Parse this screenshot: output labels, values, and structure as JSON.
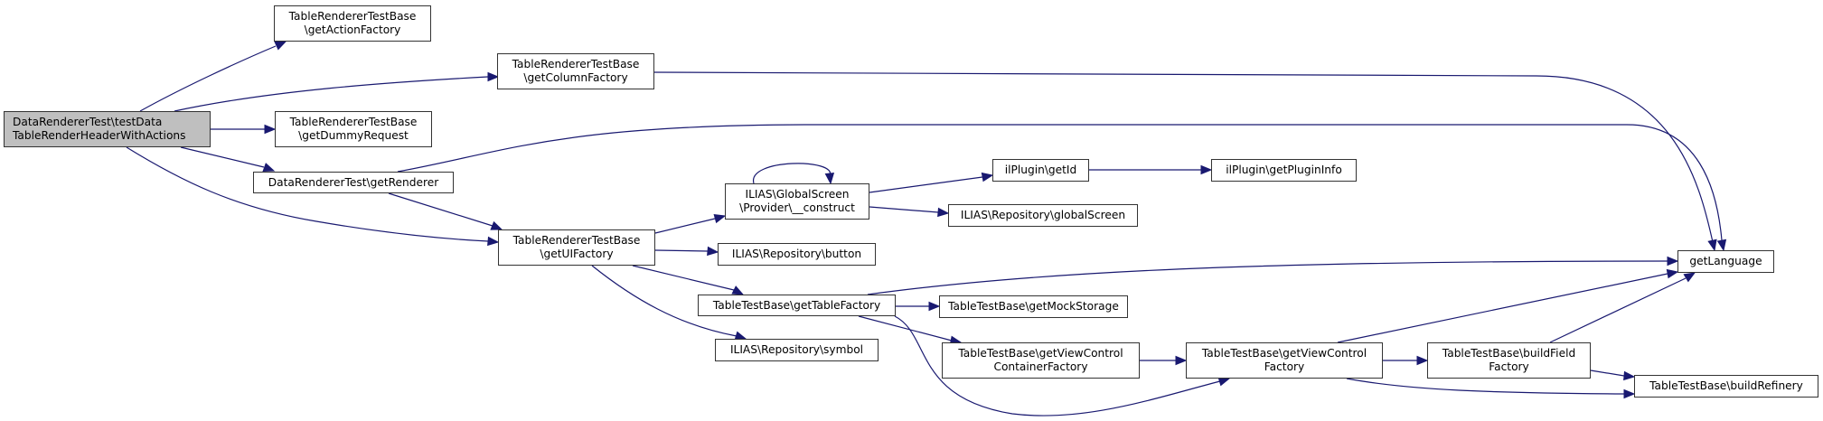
{
  "graph": {
    "title": "Call graph",
    "colors": {
      "edge": "#191970",
      "root_fill": "#bfbfbf",
      "node_fill": "#ffffff",
      "node_border": "#333333"
    },
    "nodes": [
      {
        "id": "root",
        "lines": [
          "DataRendererTest\\testData",
          "TableRenderHeaderWithActions"
        ],
        "root": true
      },
      {
        "id": "getActionFactory",
        "lines": [
          "TableRendererTestBase",
          "\\getActionFactory"
        ]
      },
      {
        "id": "getColumnFactory",
        "lines": [
          "TableRendererTestBase",
          "\\getColumnFactory"
        ]
      },
      {
        "id": "getDummyRequest",
        "lines": [
          "TableRendererTestBase",
          "\\getDummyRequest"
        ]
      },
      {
        "id": "getRenderer",
        "lines": [
          "DataRendererTest\\getRenderer"
        ]
      },
      {
        "id": "getUIFactory",
        "lines": [
          "TableRendererTestBase",
          "\\getUIFactory"
        ]
      },
      {
        "id": "construct",
        "lines": [
          "ILIAS\\GlobalScreen",
          "\\Provider\\__construct"
        ]
      },
      {
        "id": "getId",
        "lines": [
          "ilPlugin\\getId"
        ]
      },
      {
        "id": "getPluginInfo",
        "lines": [
          "ilPlugin\\getPluginInfo"
        ]
      },
      {
        "id": "globalScreen",
        "lines": [
          "ILIAS\\Repository\\globalScreen"
        ]
      },
      {
        "id": "button",
        "lines": [
          "ILIAS\\Repository\\button"
        ]
      },
      {
        "id": "getTableFactory",
        "lines": [
          "TableTestBase\\getTableFactory"
        ]
      },
      {
        "id": "symbol",
        "lines": [
          "ILIAS\\Repository\\symbol"
        ]
      },
      {
        "id": "getMockStorage",
        "lines": [
          "TableTestBase\\getMockStorage"
        ]
      },
      {
        "id": "getViewControlContainerFactory",
        "lines": [
          "TableTestBase\\getViewControl",
          "ContainerFactory"
        ]
      },
      {
        "id": "getViewControlFactory",
        "lines": [
          "TableTestBase\\getViewControl",
          "Factory"
        ]
      },
      {
        "id": "buildFieldFactory",
        "lines": [
          "TableTestBase\\buildField",
          "Factory"
        ]
      },
      {
        "id": "buildRefinery",
        "lines": [
          "TableTestBase\\buildRefinery"
        ]
      },
      {
        "id": "getLanguage",
        "lines": [
          "getLanguage"
        ]
      }
    ],
    "edges": [
      {
        "from": "root",
        "to": "getActionFactory"
      },
      {
        "from": "root",
        "to": "getColumnFactory"
      },
      {
        "from": "root",
        "to": "getDummyRequest"
      },
      {
        "from": "root",
        "to": "getRenderer"
      },
      {
        "from": "root",
        "to": "getUIFactory"
      },
      {
        "from": "getColumnFactory",
        "to": "getLanguage"
      },
      {
        "from": "getRenderer",
        "to": "getLanguage"
      },
      {
        "from": "getRenderer",
        "to": "getUIFactory"
      },
      {
        "from": "getUIFactory",
        "to": "construct"
      },
      {
        "from": "getUIFactory",
        "to": "button"
      },
      {
        "from": "getUIFactory",
        "to": "getTableFactory"
      },
      {
        "from": "getUIFactory",
        "to": "symbol"
      },
      {
        "from": "construct",
        "to": "construct"
      },
      {
        "from": "construct",
        "to": "getId"
      },
      {
        "from": "construct",
        "to": "globalScreen"
      },
      {
        "from": "getId",
        "to": "getPluginInfo"
      },
      {
        "from": "getTableFactory",
        "to": "getLanguage"
      },
      {
        "from": "getTableFactory",
        "to": "getMockStorage"
      },
      {
        "from": "getTableFactory",
        "to": "getViewControlContainerFactory"
      },
      {
        "from": "getTableFactory",
        "to": "getViewControlFactory"
      },
      {
        "from": "getViewControlContainerFactory",
        "to": "getViewControlFactory"
      },
      {
        "from": "getViewControlFactory",
        "to": "getLanguage"
      },
      {
        "from": "getViewControlFactory",
        "to": "buildFieldFactory"
      },
      {
        "from": "getViewControlFactory",
        "to": "buildRefinery"
      },
      {
        "from": "buildFieldFactory",
        "to": "getLanguage"
      },
      {
        "from": "buildFieldFactory",
        "to": "buildRefinery"
      }
    ]
  }
}
